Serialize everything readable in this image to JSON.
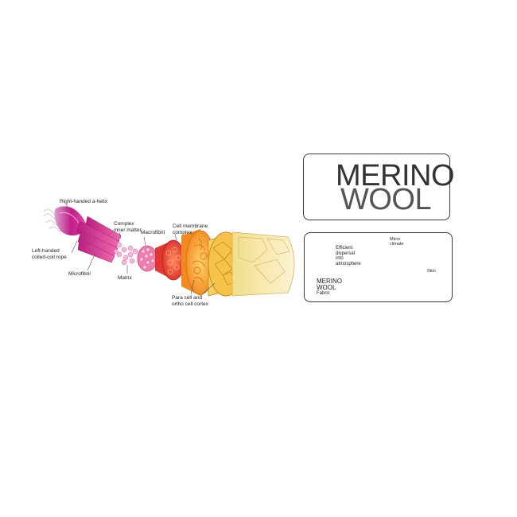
{
  "fiber_labels": {
    "alpha_helix": "Right-handed a-helix",
    "coiled_coil": "Left-handed\ncoiled-coil rope",
    "microfibril": "Microfibril",
    "complex_inner_matter": "Complex\ninner matter",
    "matrix": "Matrix",
    "macrofibril": "Macrofibril",
    "cell_membrane_complex": "Cell membrane\ncomplex",
    "para_ortho": "Para cell and\northo cell cortex"
  },
  "title": {
    "line1": "MERINO",
    "line2": "WOOL"
  },
  "climate_panel": {
    "dispersal": "Efficient\ndispersal\ninto\natmosphere",
    "micro_climate": "Micro\nclimate",
    "skin": "Skin",
    "fabric_line1": "MERINO",
    "fabric_line2": "WOOL",
    "fabric_line3": "Fabric"
  },
  "colors": {
    "magenta": "#c21e8a",
    "pink": "#e8559f",
    "light_pink": "#f6a9cf",
    "red": "#e23a2c",
    "orange": "#f59a1f",
    "yellow": "#f6c64a",
    "cream": "#faeec0",
    "fabric_green": "#6fd27a",
    "micro_blue": "#5fd2ea",
    "skin_pink": "#f7c4bb",
    "arrow_navy": "#1f2a7a"
  },
  "icons": [
    "wool-fiber-structure-illustration",
    "moisture-arrow-icon"
  ]
}
